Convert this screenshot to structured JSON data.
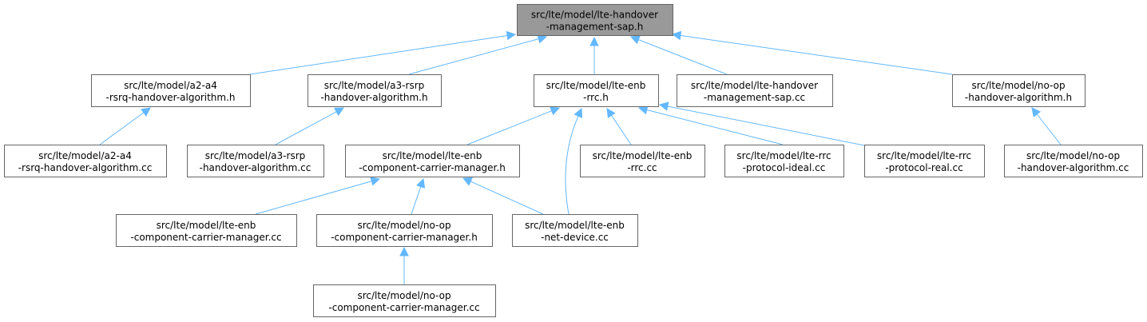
{
  "colors": {
    "root_fill": "#999999",
    "node_fill": "#ffffff",
    "node_border": "#666666",
    "edge": "#63b8ff",
    "text": "#000000"
  },
  "nodes": [
    {
      "id": "root",
      "lines": [
        "src/lte/model/lte-handover",
        "-management-sap.h"
      ],
      "root": true
    },
    {
      "id": "a2a4h",
      "lines": [
        "src/lte/model/a2-a4",
        "-rsrq-handover-algorithm.h"
      ]
    },
    {
      "id": "a3h",
      "lines": [
        "src/lte/model/a3-rsrp",
        "-handover-algorithm.h"
      ]
    },
    {
      "id": "enbrrch",
      "lines": [
        "src/lte/model/lte-enb",
        "-rrc.h"
      ]
    },
    {
      "id": "sapcc",
      "lines": [
        "src/lte/model/lte-handover",
        "-management-sap.cc"
      ]
    },
    {
      "id": "noophoh",
      "lines": [
        "src/lte/model/no-op",
        "-handover-algorithm.h"
      ]
    },
    {
      "id": "a2a4cc",
      "lines": [
        "src/lte/model/a2-a4",
        "-rsrq-handover-algorithm.cc"
      ]
    },
    {
      "id": "a3cc",
      "lines": [
        "src/lte/model/a3-rsrp",
        "-handover-algorithm.cc"
      ]
    },
    {
      "id": "ccmh",
      "lines": [
        "src/lte/model/lte-enb",
        "-component-carrier-manager.h"
      ]
    },
    {
      "id": "enbrrccc",
      "lines": [
        "src/lte/model/lte-enb",
        "-rrc.cc"
      ]
    },
    {
      "id": "rrcideal",
      "lines": [
        "src/lte/model/lte-rrc",
        "-protocol-ideal.cc"
      ]
    },
    {
      "id": "rrcreal",
      "lines": [
        "src/lte/model/lte-rrc",
        "-protocol-real.cc"
      ]
    },
    {
      "id": "noophocc",
      "lines": [
        "src/lte/model/no-op",
        "-handover-algorithm.cc"
      ]
    },
    {
      "id": "ccmcc",
      "lines": [
        "src/lte/model/lte-enb",
        "-component-carrier-manager.cc"
      ]
    },
    {
      "id": "noopccmh",
      "lines": [
        "src/lte/model/no-op",
        "-component-carrier-manager.h"
      ]
    },
    {
      "id": "netdev",
      "lines": [
        "src/lte/model/lte-enb",
        "-net-device.cc"
      ]
    },
    {
      "id": "noopccmcc",
      "lines": [
        "src/lte/model/no-op",
        "-component-carrier-manager.cc"
      ]
    }
  ],
  "edges": [
    {
      "from": "a2a4h",
      "to": "root"
    },
    {
      "from": "a3h",
      "to": "root"
    },
    {
      "from": "enbrrch",
      "to": "root"
    },
    {
      "from": "sapcc",
      "to": "root"
    },
    {
      "from": "noophoh",
      "to": "root"
    },
    {
      "from": "a2a4cc",
      "to": "a2a4h"
    },
    {
      "from": "a3cc",
      "to": "a3h"
    },
    {
      "from": "ccmh",
      "to": "enbrrch"
    },
    {
      "from": "enbrrccc",
      "to": "enbrrch"
    },
    {
      "from": "rrcideal",
      "to": "enbrrch"
    },
    {
      "from": "rrcreal",
      "to": "enbrrch"
    },
    {
      "from": "netdev",
      "to": "enbrrch"
    },
    {
      "from": "noophocc",
      "to": "noophoh"
    },
    {
      "from": "ccmcc",
      "to": "ccmh"
    },
    {
      "from": "noopccmh",
      "to": "ccmh"
    },
    {
      "from": "netdev",
      "to": "ccmh"
    },
    {
      "from": "noopccmcc",
      "to": "noopccmh"
    }
  ]
}
